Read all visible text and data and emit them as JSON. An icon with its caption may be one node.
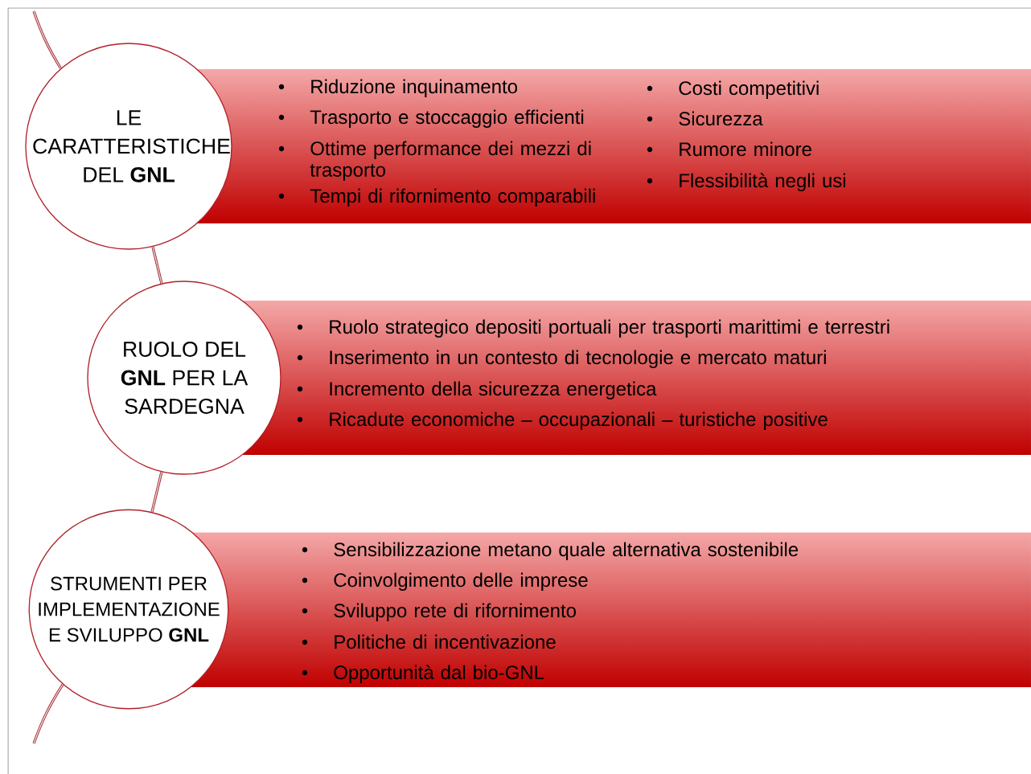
{
  "diagram": {
    "nodes": [
      {
        "text": [
          "LE CARATTERISTICHE DEL **GNL**"
        ]
      },
      {
        "text": [
          "Riduzione inquinamento",
          "Trasporto e stoccaggio efficienti",
          "Ottime performance dei mezzi di trasporto",
          "Tempi di rifornimento comparabili",
          "Costi competitivi",
          "Sicurezza",
          "Rumore minore",
          "Flessibilità negli usi"
        ]
      },
      {
        "text": [
          "RUOLO DEL **GNL** PER LA SARDEGNA"
        ]
      },
      {
        "text": [
          "Ruolo strategico depositi portuali per trasporti marittimi e terrestri",
          "Inserimento in un contesto di tecnologie e mercato maturi",
          "Incremento della sicurezza energetica",
          "Ricadute economiche – occupazionali – turistiche positive"
        ]
      },
      {
        "text": [
          "STRUMENTI PER IMPLEMENTAZIONE E SVILUPPO **GNL**"
        ]
      },
      {
        "text": [
          "Sensibilizzazione metano quale alternativa sostenibile",
          "Coinvolgimento delle imprese",
          "Sviluppo rete di rifornimento",
          "Politiche di incentivazione",
          "Opportunità dal bio-GNL"
        ]
      }
    ],
    "edges": [
      {
        "from": null,
        "to": 0,
        "arrow": "none"
      },
      {
        "from": 0,
        "to": 2,
        "arrow": "none"
      },
      {
        "from": 2,
        "to": 4,
        "arrow": "none"
      },
      {
        "from": 4,
        "to": null,
        "arrow": "none"
      }
    ]
  }
}
